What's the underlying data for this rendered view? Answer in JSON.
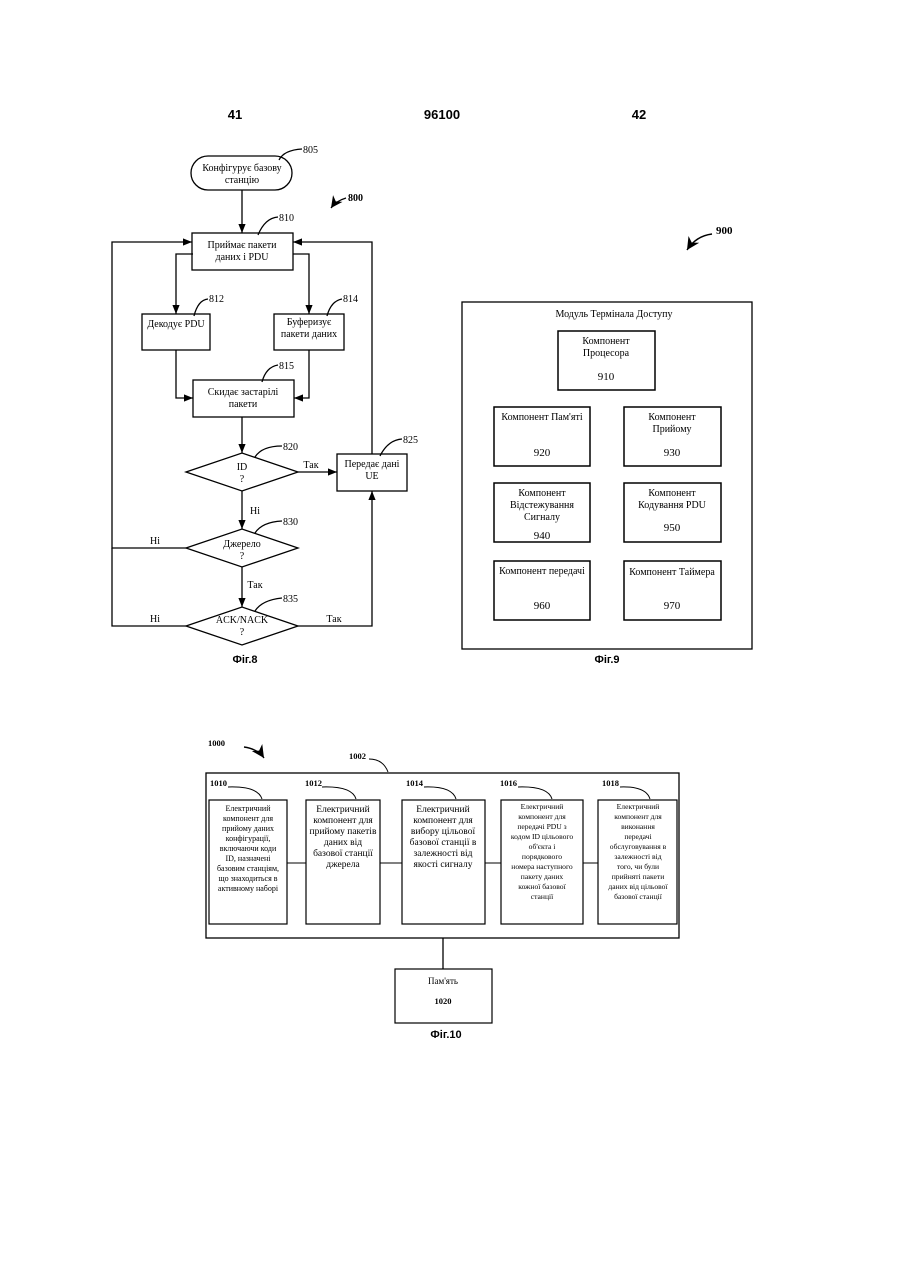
{
  "header": {
    "left_page": "41",
    "patent_number": "96100",
    "right_page": "42"
  },
  "fig8": {
    "ref_800": "800",
    "caption": "Фіг.8",
    "start": {
      "ref": "805",
      "lines": [
        "Конфігурує базову",
        "станцію"
      ]
    },
    "n810": {
      "ref": "810",
      "lines": [
        "Приймає пакети",
        "даних і PDU"
      ]
    },
    "n812": {
      "ref": "812",
      "lines": [
        "Декодує PDU"
      ]
    },
    "n814": {
      "ref": "814",
      "lines": [
        "Буферизує",
        "пакети даних"
      ]
    },
    "n815": {
      "ref": "815",
      "lines": [
        "Скидає застарілі",
        "пакети"
      ]
    },
    "n820": {
      "ref": "820",
      "lines": [
        "ID",
        "?"
      ]
    },
    "n825": {
      "ref": "825",
      "lines": [
        "Передає дані",
        "UE"
      ]
    },
    "n830": {
      "ref": "830",
      "lines": [
        "Джерело",
        "?"
      ]
    },
    "n835": {
      "ref": "835",
      "lines": [
        "ACK/NACK",
        "?"
      ]
    },
    "edge_labels": {
      "yes_820": "Так",
      "no_820": "Ні",
      "no_830": "Ні",
      "yes_830": "Так",
      "no_835": "Ні",
      "yes_835": "Так"
    }
  },
  "fig9": {
    "ref_900": "900",
    "caption": "Фіг.9",
    "title": "Модуль Термінала Доступу",
    "components": [
      {
        "lines": [
          "Компонент",
          "Процесора"
        ],
        "ref": "910"
      },
      {
        "lines": [
          "Компонент Пам'яті"
        ],
        "ref": "920"
      },
      {
        "lines": [
          "Компонент",
          "Прийому"
        ],
        "ref": "930"
      },
      {
        "lines": [
          "Компонент",
          "Відстежування",
          "Сигналу"
        ],
        "ref": "940"
      },
      {
        "lines": [
          "Компонент",
          "Кодування PDU"
        ],
        "ref": "950"
      },
      {
        "lines": [
          "Компонент передачі"
        ],
        "ref": "960"
      },
      {
        "lines": [
          "Компонент Таймера"
        ],
        "ref": "970"
      }
    ]
  },
  "fig10": {
    "ref_1000": "1000",
    "ref_1002": "1002",
    "caption": "Фіг.10",
    "modules": [
      {
        "ref": "1010",
        "lines": [
          "Електричний",
          "компонент для",
          "прийому даних",
          "конфігурації,",
          "включаючи коди",
          "ID, назначені",
          "базовим станціям,",
          "що знаходиться в",
          "активному наборі"
        ]
      },
      {
        "ref": "1012",
        "lines": [
          "Електричний",
          "компонент для",
          "прийому пакетів",
          "даних від",
          "базової станції",
          "джерела"
        ]
      },
      {
        "ref": "1014",
        "lines": [
          "Електричний",
          "компонент для",
          "вибору цільової",
          "базової станції в",
          "залежності від",
          "якості сигналу"
        ]
      },
      {
        "ref": "1016",
        "lines": [
          "Електричний",
          "компонент для",
          "передачі PDU з",
          "кодом ID цільового",
          "об'єкта і",
          "порядкового",
          "номера наступного",
          "пакету даних",
          "кожної базової",
          "станції"
        ]
      },
      {
        "ref": "1018",
        "lines": [
          "Електричний",
          "компонент для",
          "виконання",
          "передачі",
          "обслуговування в",
          "залежності від",
          "того, чи були",
          "прийняті пакети",
          "даних від цільової",
          "базової станції"
        ]
      }
    ],
    "memory": {
      "label": "Пам'ять",
      "ref": "1020"
    }
  }
}
